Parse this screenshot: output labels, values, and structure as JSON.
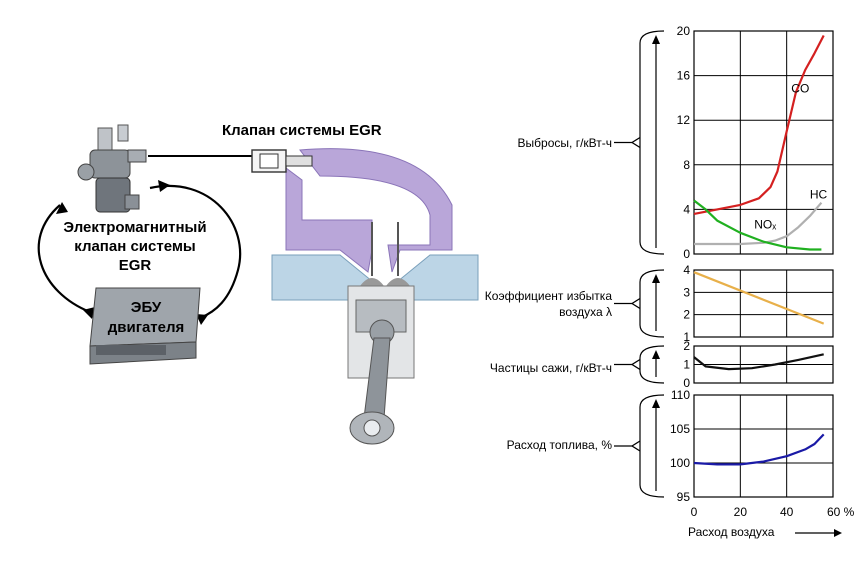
{
  "diagram": {
    "egr_valve_label": "Клапан системы EGR",
    "solenoid_label_lines": [
      "Электромагнитный",
      "клапан системы",
      "EGR"
    ],
    "ecu_label_lines": [
      "ЭБУ",
      "двигателя"
    ]
  },
  "charts": {
    "x_label": "Расход воздуха",
    "x_ticks": [
      "0",
      "20",
      "40",
      "60 %"
    ],
    "x_range": [
      0,
      60
    ],
    "panels": [
      {
        "label_lines": [
          "Выбросы, г/кВт-ч"
        ],
        "ylim": [
          0,
          20
        ],
        "y_ticks": [
          "0",
          "4",
          "8",
          "12",
          "16",
          "20"
        ],
        "series": [
          {
            "name": "CO",
            "color": "#d42020",
            "x": [
              0,
              10,
              20,
              28,
              33,
              36,
              40,
              44,
              48,
              52,
              56
            ],
            "y": [
              3.6,
              4.0,
              4.4,
              5.0,
              6.0,
              7.4,
              11,
              14.5,
              16.5,
              18,
              19.6
            ]
          },
          {
            "name": "HC",
            "color": "#b0b0b0",
            "x": [
              0,
              10,
              20,
              30,
              35,
              40,
              45,
              50,
              55
            ],
            "y": [
              0.9,
              0.9,
              0.9,
              1.0,
              1.2,
              1.6,
              2.4,
              3.4,
              4.6
            ]
          },
          {
            "name": "NOₓ",
            "color": "#20b020",
            "x": [
              0,
              5,
              10,
              20,
              30,
              40,
              50,
              55
            ],
            "y": [
              4.8,
              4.0,
              3.0,
              1.9,
              1.1,
              0.6,
              0.4,
              0.4
            ]
          }
        ]
      },
      {
        "label_lines": [
          "Коэффициент избытка",
          "воздуха λ"
        ],
        "ylim": [
          1,
          4
        ],
        "y_ticks": [
          "1",
          "2",
          "3",
          "4"
        ],
        "series": [
          {
            "name": "",
            "color": "#e8b04a",
            "x": [
              0,
              56
            ],
            "y": [
              3.9,
              1.6
            ]
          }
        ]
      },
      {
        "label_lines": [
          "Частицы сажи, г/кВт-ч"
        ],
        "ylim": [
          0,
          2
        ],
        "y_ticks": [
          "0",
          "1",
          "2"
        ],
        "series": [
          {
            "name": "",
            "color": "#111111",
            "x": [
              0,
              5,
              15,
              25,
              35,
              45,
              56
            ],
            "y": [
              1.4,
              0.9,
              0.75,
              0.8,
              1.0,
              1.25,
              1.55
            ]
          }
        ]
      },
      {
        "label_lines": [
          "Расход топлива, %"
        ],
        "ylim": [
          95,
          110
        ],
        "y_ticks": [
          "95",
          "100",
          "105",
          "110"
        ],
        "series": [
          {
            "name": "",
            "color": "#1a1aa6",
            "x": [
              0,
              10,
              20,
              30,
              40,
              48,
              52,
              56
            ],
            "y": [
              100,
              99.8,
              99.8,
              100.2,
              101,
              102,
              102.8,
              104.2
            ]
          }
        ]
      }
    ]
  }
}
